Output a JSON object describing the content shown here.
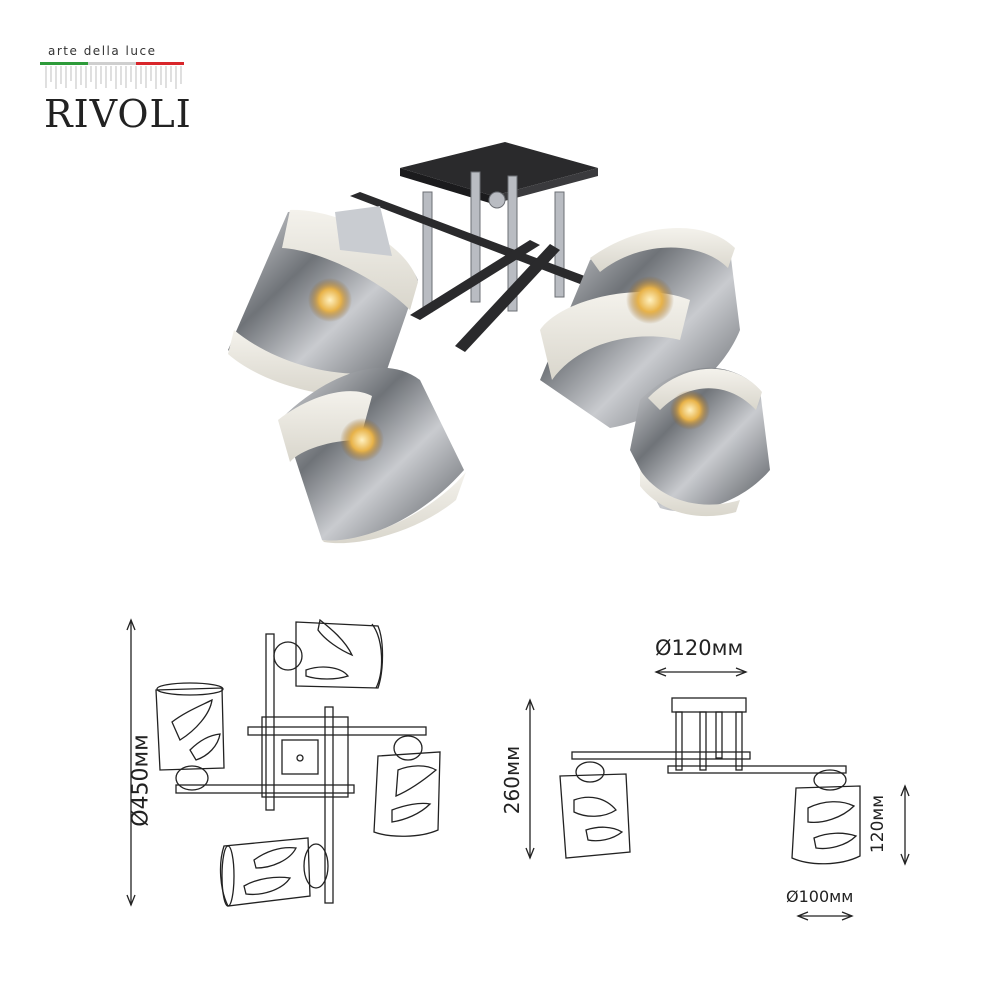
{
  "brand": {
    "tagline": "arte della luce",
    "name": "RIVOLI"
  },
  "dimensions": {
    "diameter_total": "Ø450мм",
    "height_total": "260мм",
    "base_diameter": "Ø120мм",
    "shade_height": "120мм",
    "shade_diameter": "Ø100мм"
  },
  "colors": {
    "frame": "#2a2a2c",
    "chrome": "#b9bcc2",
    "glass_frost": "#e9e6df",
    "glass_smoke": "#8d9196",
    "line": "#222222",
    "flag_green": "#2e9b3a",
    "flag_red": "#d8262b"
  }
}
